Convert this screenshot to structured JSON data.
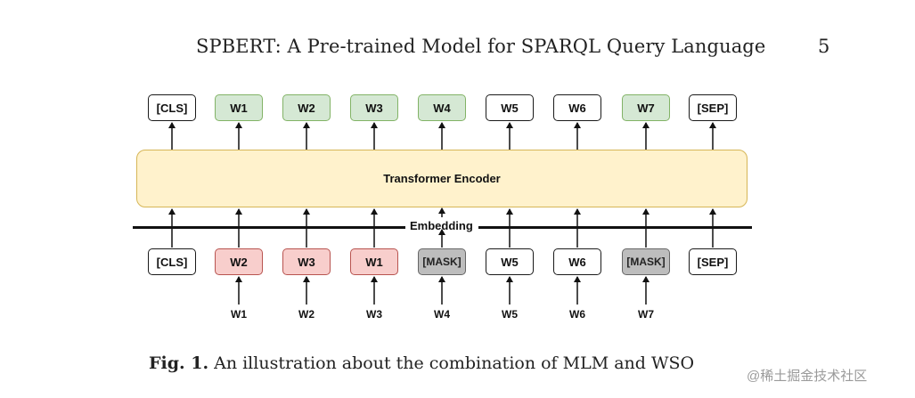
{
  "header": {
    "running_title": "SPBERT: A Pre-trained Model for SPARQL Query Language",
    "page_number": "5"
  },
  "figure": {
    "output_tokens": [
      {
        "label": "[CLS]",
        "style": "white"
      },
      {
        "label": "W1",
        "style": "green"
      },
      {
        "label": "W2",
        "style": "green"
      },
      {
        "label": "W3",
        "style": "green"
      },
      {
        "label": "W4",
        "style": "green"
      },
      {
        "label": "W5",
        "style": "white"
      },
      {
        "label": "W6",
        "style": "white"
      },
      {
        "label": "W7",
        "style": "green"
      },
      {
        "label": "[SEP]",
        "style": "white"
      }
    ],
    "encoder_label": "Transformer Encoder",
    "embedding_label": "Embedding",
    "input_tokens": [
      {
        "label": "[CLS]",
        "style": "white"
      },
      {
        "label": "W2",
        "style": "red"
      },
      {
        "label": "W3",
        "style": "red"
      },
      {
        "label": "W1",
        "style": "red"
      },
      {
        "label": "[MASK]",
        "style": "gray"
      },
      {
        "label": "W5",
        "style": "white"
      },
      {
        "label": "W6",
        "style": "white"
      },
      {
        "label": "[MASK]",
        "style": "gray"
      },
      {
        "label": "[SEP]",
        "style": "white"
      }
    ],
    "input_words": [
      "",
      "W1",
      "W2",
      "W3",
      "W4",
      "W5",
      "W6",
      "W7",
      ""
    ]
  },
  "caption": {
    "label": "Fig. 1.",
    "text": " An illustration about the combination of MLM and WSO"
  },
  "watermark": "@稀土掘金技术社区",
  "colors": {
    "green_fill": "#d5e8d4",
    "red_fill": "#f8cecc",
    "gray_fill": "#bdbdbd",
    "encoder_fill": "#fff2cc"
  }
}
